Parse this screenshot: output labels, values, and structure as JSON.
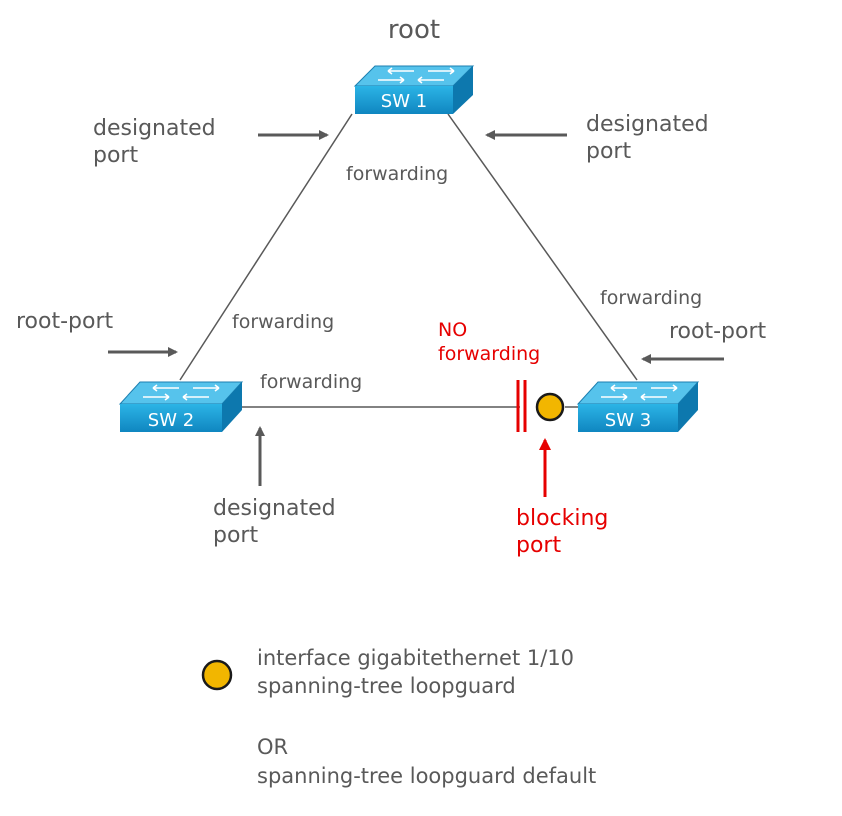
{
  "root_label": "root",
  "switches": {
    "sw1": "SW 1",
    "sw2": "SW 2",
    "sw3": "SW 3"
  },
  "labels": {
    "sw1_left_port": [
      "designated",
      "port"
    ],
    "sw1_right_port": [
      "designated",
      "port"
    ],
    "sw2_root_port": "root-port",
    "sw3_root_port": "root-port",
    "sw2_bottom_port": [
      "designated",
      "port"
    ],
    "blocking_port": [
      "blocking",
      "port"
    ]
  },
  "links": {
    "sw1_sw2": "forwarding",
    "sw1_sw3": "forwarding",
    "sw1_top": "forwarding",
    "sw2_sw3": "forwarding",
    "no_forwarding": [
      "NO",
      "forwarding"
    ]
  },
  "legend": {
    "line1": "interface gigabitethernet 1/10",
    "line2": "spanning-tree loopguard",
    "or": "OR",
    "line3": "spanning-tree loopguard default"
  },
  "colors": {
    "text": "#595959",
    "alert": "#e60000",
    "loopguard_dot": "#f2b600",
    "switch_front": "#1aa0d8",
    "switch_top": "#56c3ec"
  }
}
